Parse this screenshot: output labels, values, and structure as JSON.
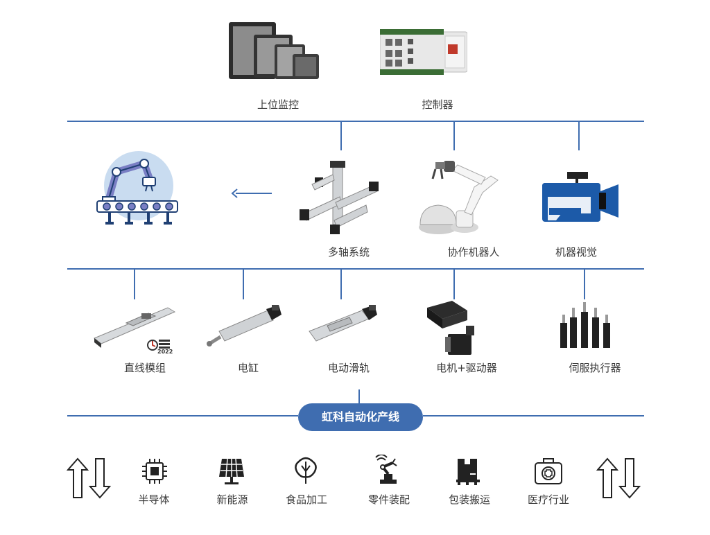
{
  "top": {
    "items": [
      {
        "label": "上位监控",
        "icon": "monitor-panels-icon"
      },
      {
        "label": "控制器",
        "icon": "controller-module-icon"
      }
    ]
  },
  "middle": {
    "items": [
      {
        "label": "多轴系统",
        "icon": "gantry-system-icon"
      },
      {
        "label": "协作机器人",
        "icon": "robot-arm-icon"
      },
      {
        "label": "机器视觉",
        "icon": "camera-icon"
      }
    ],
    "production_icon": "robot-conveyor-icon"
  },
  "components": {
    "items": [
      {
        "label": "直线模组",
        "icon": "linear-module-icon",
        "badge": "2022"
      },
      {
        "label": "电缸",
        "icon": "electric-cylinder-icon"
      },
      {
        "label": "电动滑轨",
        "icon": "electric-slide-icon"
      },
      {
        "label": "电机+驱动器",
        "icon": "motor-driver-icon"
      },
      {
        "label": "伺服执行器",
        "icon": "servo-actuator-icon"
      }
    ]
  },
  "center_badge": "虹科自动化产线",
  "industries": {
    "items": [
      {
        "label": "半导体",
        "icon": "chip-icon"
      },
      {
        "label": "新能源",
        "icon": "solar-panel-icon"
      },
      {
        "label": "食品加工",
        "icon": "food-icon"
      },
      {
        "label": "零件装配",
        "icon": "assembly-robot-icon"
      },
      {
        "label": "包装搬运",
        "icon": "package-icon"
      },
      {
        "label": "医疗行业",
        "icon": "medical-kit-icon"
      }
    ]
  },
  "colors": {
    "accent": "#3f6db0",
    "light_blue": "#c9dcf0",
    "dark": "#222222"
  }
}
